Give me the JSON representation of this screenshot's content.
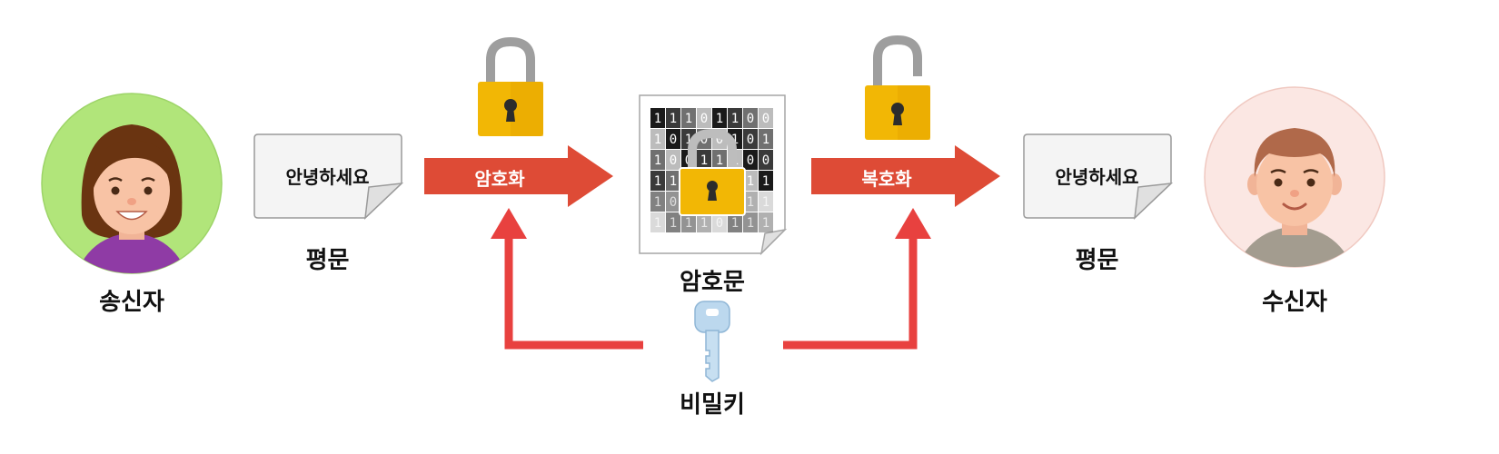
{
  "sender": {
    "label": "송신자"
  },
  "receiver": {
    "label": "수신자"
  },
  "plaintext_left": {
    "text": "안녕하세요",
    "caption": "평문"
  },
  "plaintext_right": {
    "text": "안녕하세요",
    "caption": "평문"
  },
  "encrypt": {
    "label": "암호화"
  },
  "decrypt": {
    "label": "복호화"
  },
  "ciphertext": {
    "caption": "암호문",
    "bits": [
      "11101100",
      "10100101",
      "10011100",
      "11010011",
      "10011011",
      "11110111"
    ]
  },
  "secret_key": {
    "label": "비밀키"
  },
  "colors": {
    "arrow_orange": "#de4b36",
    "arrow_red": "#e8413f",
    "lock_gold": "#f2b705",
    "sender_bg": "#b1e57a",
    "receiver_bg": "#fbe7e3"
  },
  "icons": [
    "sender-avatar",
    "receiver-avatar",
    "locked-padlock",
    "unlocked-padlock",
    "key-icon"
  ]
}
